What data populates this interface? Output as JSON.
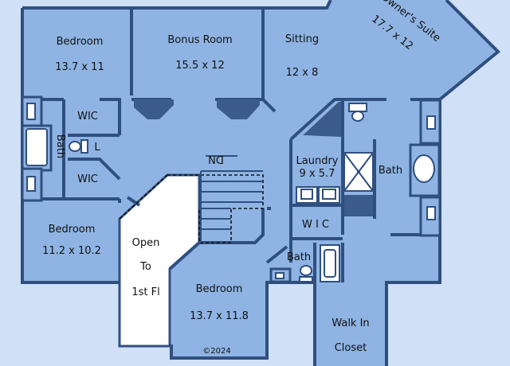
{
  "rooms": {
    "bedroom1": {
      "name": "Bedroom",
      "size": "13.7 x 11"
    },
    "bonus": {
      "name": "Bonus Room",
      "size": "15.5 x 12"
    },
    "sitting": {
      "name": "Sitting",
      "size": "12 x 8"
    },
    "owners_suite": {
      "name": "Owner's Suite",
      "size": "17.7 x 12"
    },
    "wic_top": {
      "name": "WIC"
    },
    "bath_left": {
      "name": "Bath"
    },
    "linen": {
      "name": "L"
    },
    "wic_bottom": {
      "name": "WIC"
    },
    "laundry": {
      "name": "Laundry",
      "size": "9 x 5.7"
    },
    "bath_master": {
      "name": "Bath"
    },
    "wic_mid": {
      "name": "W I C"
    },
    "bedroom2": {
      "name": "Bedroom",
      "size": "11.2 x 10.2"
    },
    "open_to": {
      "lines": [
        "Open",
        "To",
        "1st Fl"
      ]
    },
    "bedroom3": {
      "name": "Bedroom",
      "size": "13.7 x 11.8"
    },
    "bath_small": {
      "name": "Bath"
    },
    "walk_in": {
      "lines": [
        "Walk In",
        "Closet"
      ]
    }
  },
  "stairs": {
    "label": "DN"
  },
  "copyright": "©2024",
  "colors": {
    "background": "#cfe0f7",
    "room": "#8fb4e3",
    "wall": "#2f4f7f",
    "open": "#ffffff"
  }
}
